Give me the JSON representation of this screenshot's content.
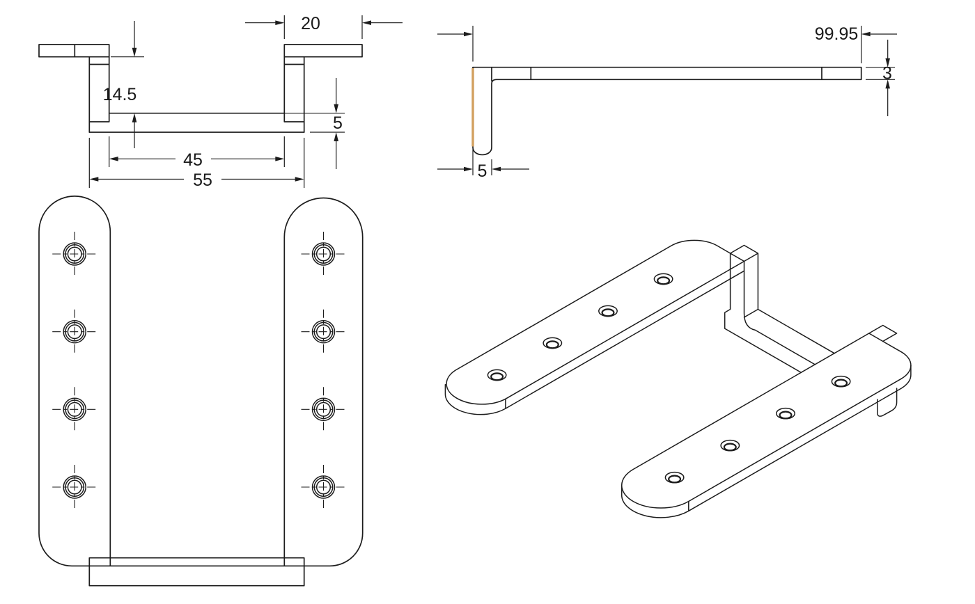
{
  "drawing": {
    "kind": "CAD multi-view technical drawing of sheet-metal U-bracket with two drilled flange plates",
    "background_color": "#ffffff",
    "line_color": "#1c1c1c",
    "highlight_color": "#d2a05f",
    "views": {
      "front": {
        "title": "front-section-view",
        "dims": {
          "flange_length": "20",
          "drop_height": "14.5",
          "inner_span": "45",
          "outer_span": "55",
          "web_thickness": "5"
        }
      },
      "side": {
        "title": "side-profile-view",
        "dims": {
          "overall_length": "99.95",
          "plate_thickness": "3",
          "leg_width": "5"
        },
        "highlighted_edge": "left vertical edge of leg"
      },
      "plan": {
        "title": "top-view",
        "plates": 2,
        "holes_per_plate": 4,
        "hole_style": "countersunk with centermark crosshairs"
      },
      "isometric": {
        "title": "isometric-view",
        "plates": 2,
        "holes_per_plate": 4
      }
    }
  }
}
